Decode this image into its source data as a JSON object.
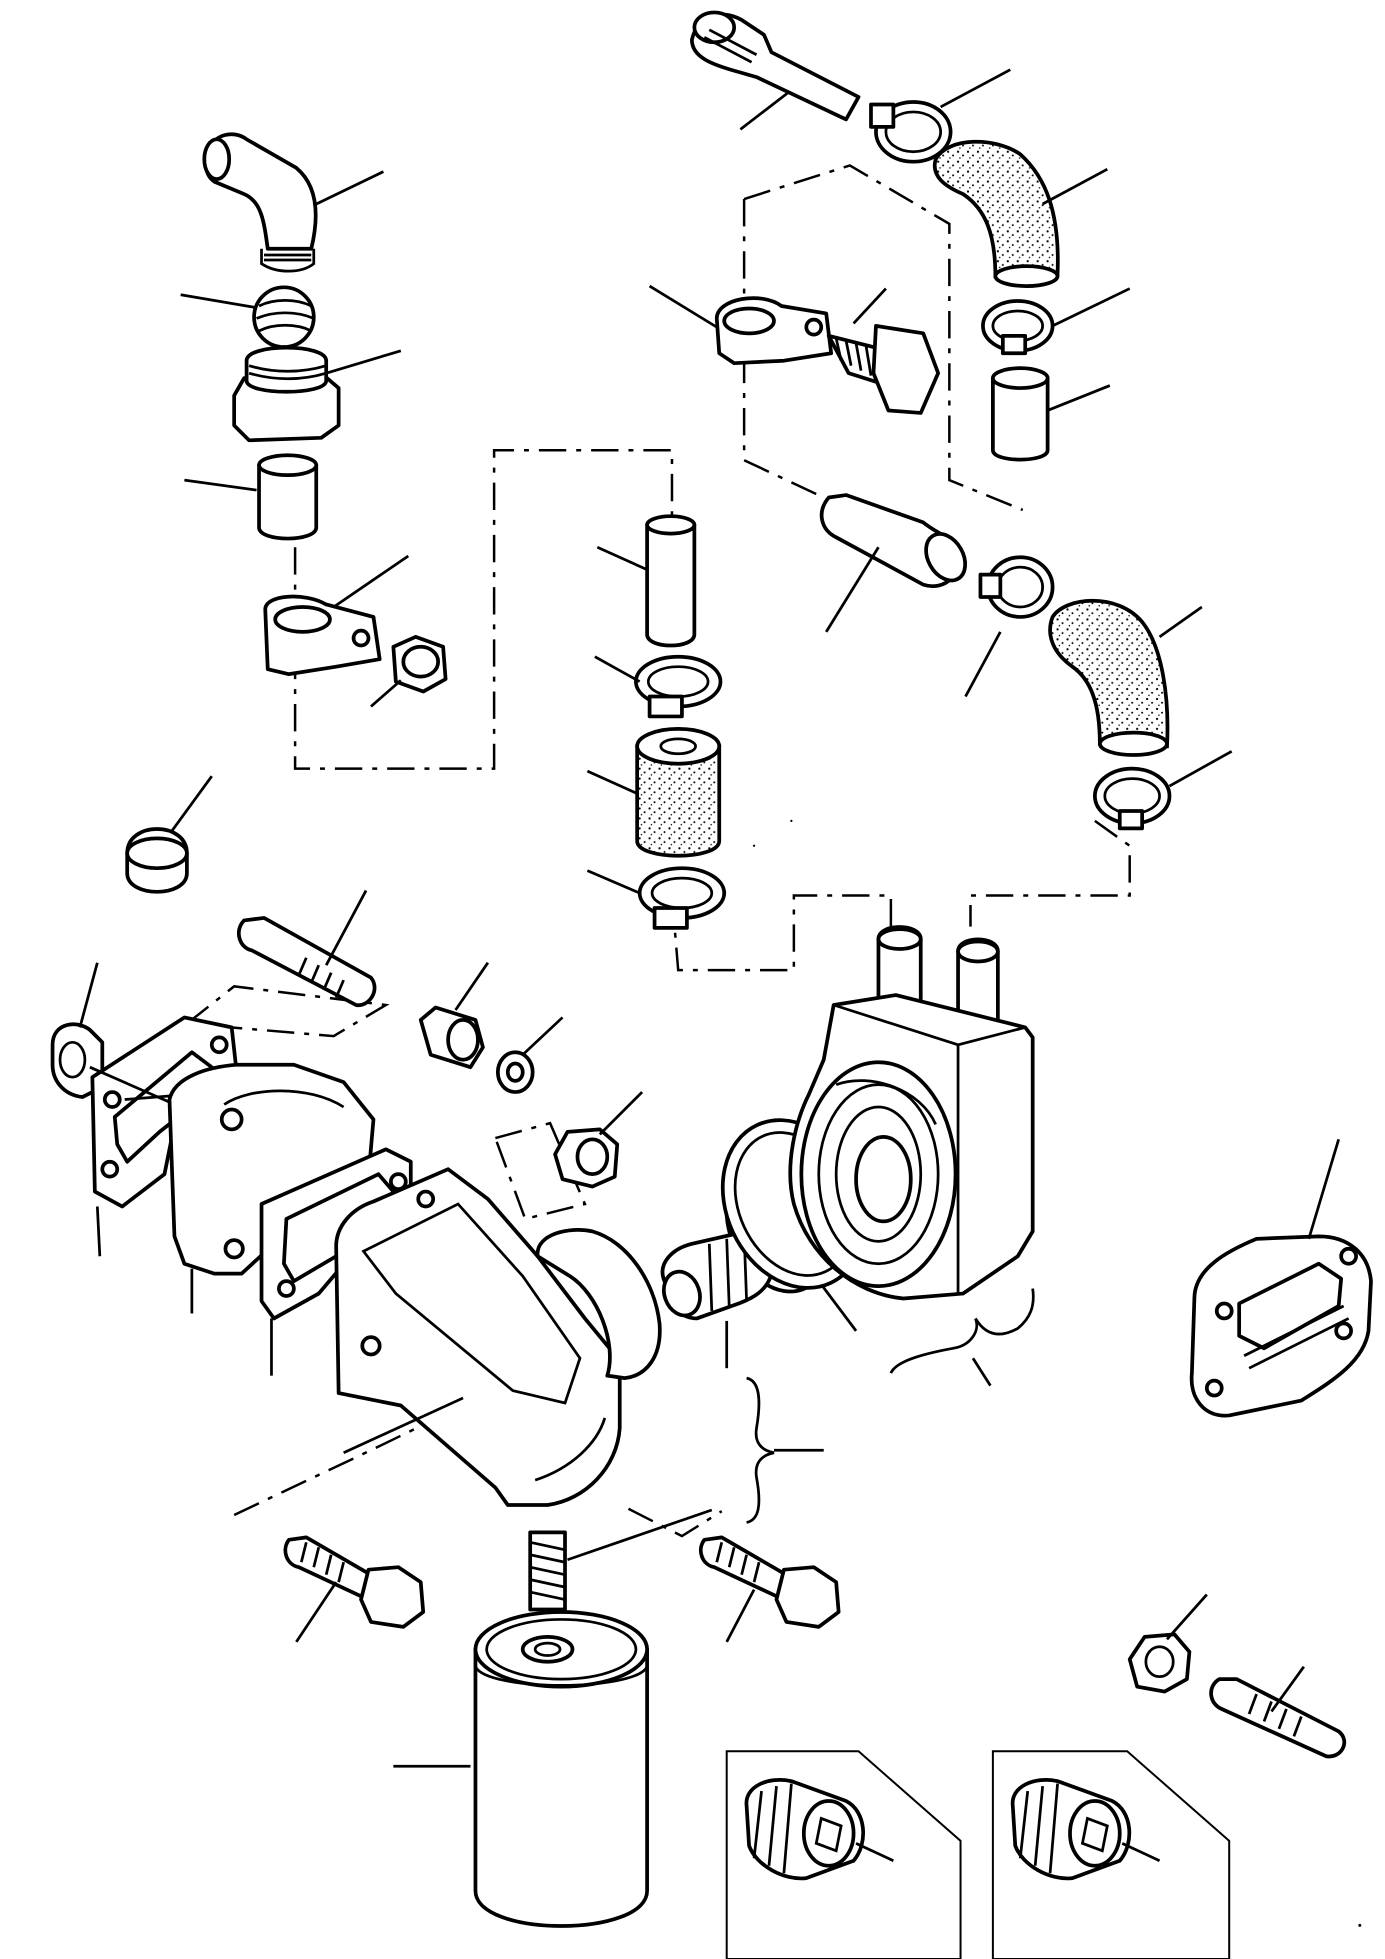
{
  "diagram": {
    "kind": "exploded-parts-view",
    "parts": [
      "elbow-fitting",
      "ferrule",
      "adapter-nut",
      "tube-stub-left",
      "pipe-clamp-left",
      "clamp-nut-left",
      "hose-connector-top",
      "hose-clamp-top",
      "hose-elbow-top",
      "hose-clamp-upper-right",
      "tube-stub-right",
      "pipe-clamp-right",
      "clamp-bolt",
      "straight-hose",
      "hose-clamp-mid-right",
      "hose-elbow-right",
      "hose-clamp-lower-right",
      "tube-stub-center",
      "hose-clamp-center-upper",
      "hose-center-speckled",
      "hose-clamp-center-lower",
      "cap-plug",
      "stud-upper",
      "spacer",
      "washer",
      "nut-center",
      "plug-left",
      "gasket-left",
      "adapter-plate",
      "gasket-middle",
      "filter-head",
      "o-ring-large",
      "threaded-nipple",
      "seal-ring",
      "oil-cooler",
      "gasket-loose",
      "bolt-left",
      "bolt-right",
      "filter-stud",
      "oil-filter",
      "nut-lower-right",
      "stud-lower-right",
      "plug-box-1",
      "plug-box-2"
    ]
  }
}
